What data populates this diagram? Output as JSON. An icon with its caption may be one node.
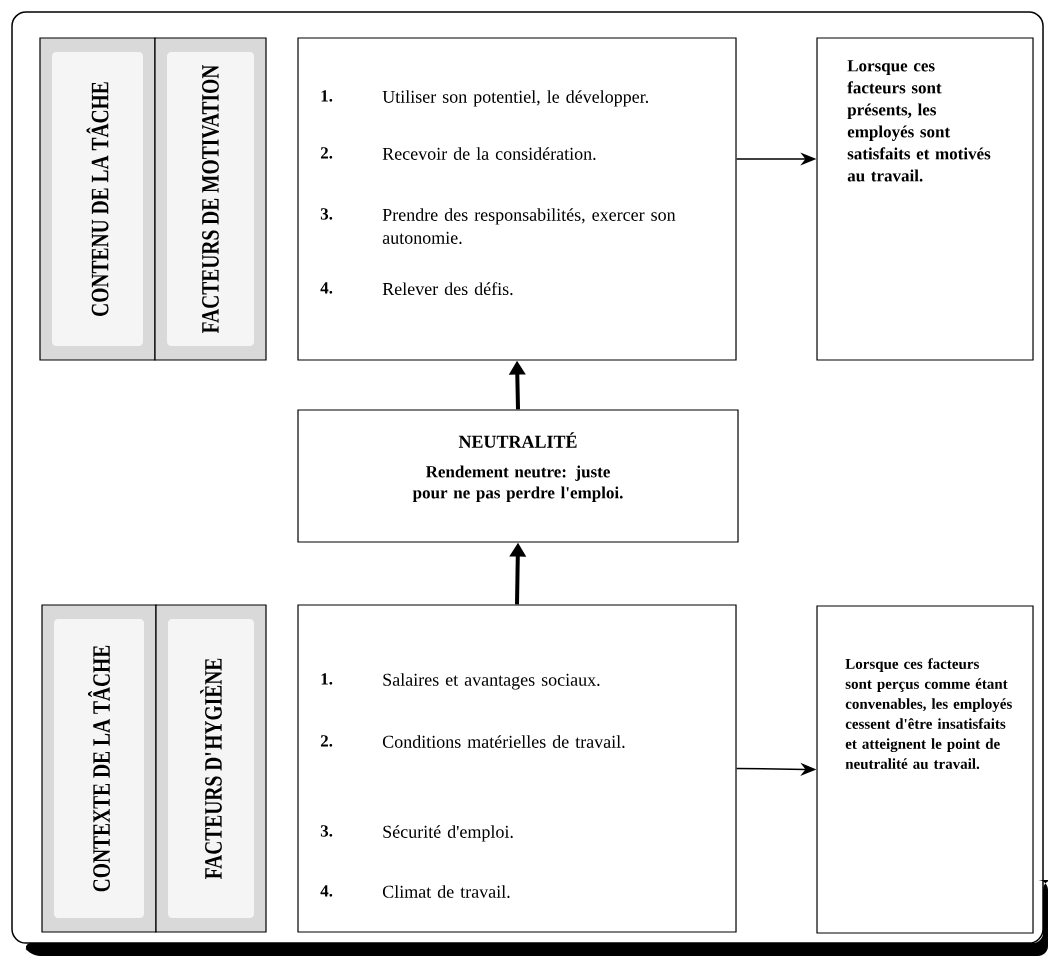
{
  "diagram": {
    "nodes": [
      {
        "text": [
          "CONTENU DE LA TÂCHE"
        ]
      },
      {
        "text": [
          "FACTEURS DE MOTIVATION"
        ]
      },
      {
        "text": [
          "1.",
          "Utiliser son potentiel, le développer.",
          "2.",
          "Recevoir de la considération.",
          "3.",
          "Prendre des responsabilités, exercer son autonomie.",
          "4.",
          "Relever des défis."
        ]
      },
      {
        "text": [
          "Lorsque ces facteurs sont présents, les employés sont satisfaits et motivés au travail."
        ]
      },
      {
        "text": [
          "NEUTRALITÉ",
          "Rendement neutre: juste pour ne pas perdre l'emploi."
        ]
      },
      {
        "text": [
          "CONTEXTE DE LA TÂCHE"
        ]
      },
      {
        "text": [
          "FACTEURS D'HYGIÈNE"
        ]
      },
      {
        "text": [
          "1.",
          "Salaires et avantages sociaux.",
          "2.",
          "Conditions matérielles de travail.",
          "3.",
          "Sécurité d'emploi.",
          "4.",
          "Climat de travail."
        ]
      },
      {
        "text": [
          "Lorsque ces facteurs sont perçus comme étant convenables, les employés cessent d'être insatisfaits et atteignent le point de neutralité au travail."
        ]
      }
    ],
    "edges": [
      {
        "from": 2,
        "to": 3,
        "arrow": "to"
      },
      {
        "from": 4,
        "to": 2,
        "arrow": "to",
        "style": "thick"
      },
      {
        "from": 7,
        "to": 4,
        "arrow": "to",
        "style": "thick"
      },
      {
        "from": 7,
        "to": 8,
        "arrow": "to"
      }
    ]
  }
}
